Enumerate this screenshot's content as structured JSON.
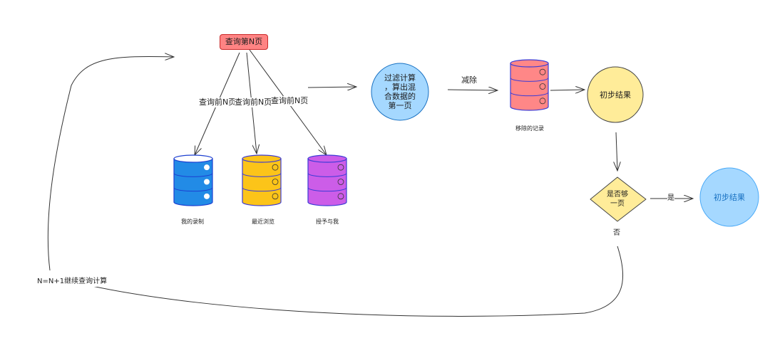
{
  "diagram": {
    "start_node": {
      "label": "查询第N页",
      "color": "#ff8787"
    },
    "query_edges": [
      {
        "label": "查询前N页"
      },
      {
        "label": "查询前N页"
      },
      {
        "label": "查询前N页"
      }
    ],
    "sources": [
      {
        "label": "我的录制",
        "color": "#228be6"
      },
      {
        "label": "最近浏览",
        "color": "#fcc419"
      },
      {
        "label": "授予与我",
        "color": "#cc5de8"
      }
    ],
    "filter_node": {
      "label": "过滤计算，算出混合数据的第一页",
      "lines": [
        "过滤计算",
        "，算出混",
        "合数据的",
        "第一页"
      ],
      "color": "#a5d8ff"
    },
    "subtract_edge": {
      "label": "减除"
    },
    "removed_store": {
      "label": "移除的记录",
      "color": "#ff8787"
    },
    "initial_result": {
      "label": "初步结果",
      "color": "#ffec99"
    },
    "decision": {
      "lines": [
        "是否够",
        "一页"
      ],
      "color": "#ffec99"
    },
    "yes_edge": {
      "label": "是"
    },
    "no_edge": {
      "label": "否"
    },
    "final_result": {
      "label": "初步结果",
      "color": "#a5d8ff"
    },
    "loop_edge": {
      "label": "N=N+1继续查询计算"
    }
  }
}
